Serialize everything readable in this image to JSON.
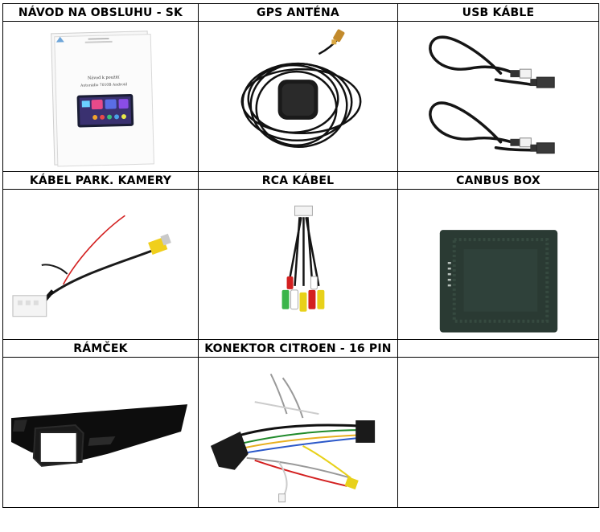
{
  "cells": [
    {
      "label": "NÁVOD NA OBSLUHU - SK",
      "icon": "manual-icon"
    },
    {
      "label": "GPS ANTÉNA",
      "icon": "gps-antenna-icon"
    },
    {
      "label": "USB KÁBLE",
      "icon": "usb-cable-icon"
    },
    {
      "label": "KÁBEL PARK. KAMERY",
      "icon": "camera-cable-icon"
    },
    {
      "label": "RCA KÁBEL",
      "icon": "rca-cable-icon"
    },
    {
      "label": "CANBUS BOX",
      "icon": "canbus-box-icon"
    },
    {
      "label": "RÁMČEK",
      "icon": "frame-icon"
    },
    {
      "label": "KONEKTOR CITROEN - 16 PIN",
      "icon": "connector-icon"
    },
    {
      "label": "",
      "icon": ""
    }
  ],
  "manual": {
    "title": "Návod k použití",
    "subtitle": "Autorádio 7010B Android"
  }
}
